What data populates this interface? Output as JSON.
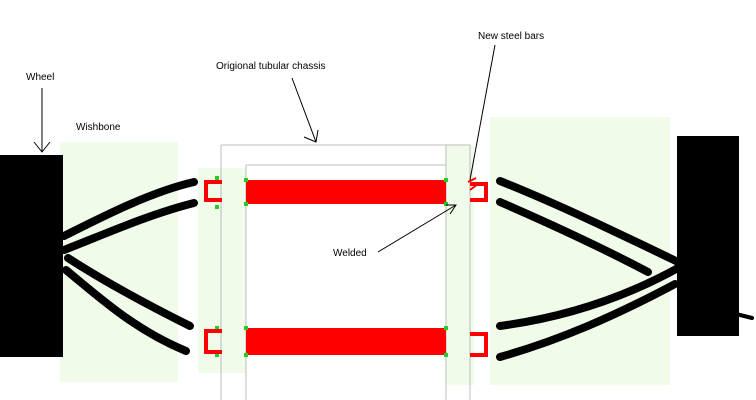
{
  "labels": {
    "wheel": "Wheel",
    "wishbone": "Wishbone",
    "chassis": "Origional tubular chassis",
    "steel_bars": "New steel bars",
    "welded": "Welded"
  },
  "colors": {
    "wheel": "#000000",
    "wishbone": "#000000",
    "steel_bar": "#ff0000",
    "bracket": "#ff0000",
    "weld": "#22cc22",
    "highlight": "#f0fbea",
    "chassis_line": "#bdbdbd",
    "leader": "#000000"
  }
}
